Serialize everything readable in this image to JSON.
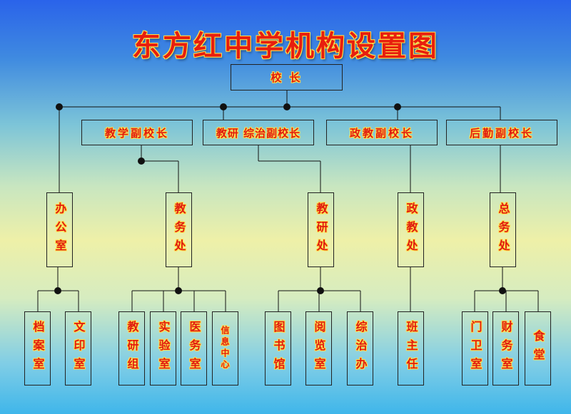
{
  "title": "东方红中学机构设置图",
  "nodes": {
    "principal": "校  长",
    "vp_teaching": "教学副校长",
    "vp_research": "教研 综治副校长",
    "vp_political": "政教副校长",
    "vp_logistics": "后勤副校长",
    "office": "办公室",
    "academic_affairs": "教务处",
    "research_office": "教研处",
    "political_office": "政教处",
    "general_affairs": "总务处",
    "archives": "档案室",
    "print_room": "文印室",
    "research_group": "教研组",
    "lab": "实验室",
    "clinic": "医务室",
    "info_center": "信息中心",
    "library": "图书馆",
    "reading_room": "阅览室",
    "security_office": "综治办",
    "class_teacher": "班主任",
    "guard_room": "门卫室",
    "finance_room": "财务室",
    "canteen": "食堂"
  }
}
